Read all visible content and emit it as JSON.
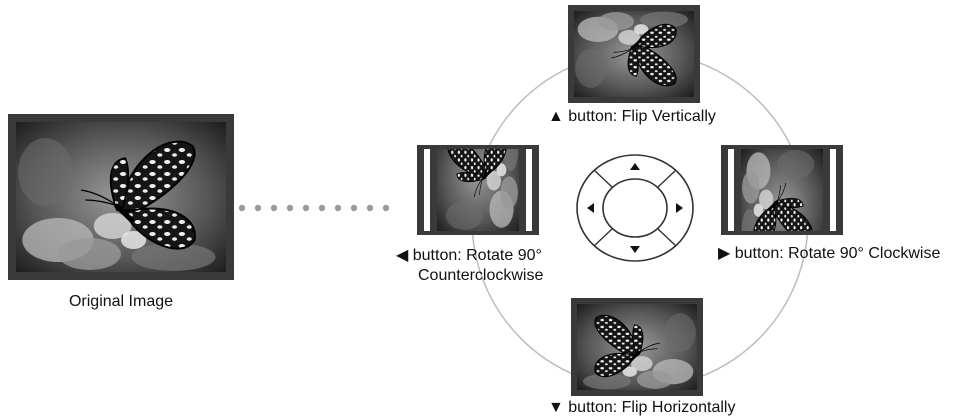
{
  "original": {
    "caption": "Original Image"
  },
  "ops": {
    "up": {
      "label": "▲ button: Flip Vertically"
    },
    "down": {
      "label": "▼ button: Flip Horizontally"
    },
    "left": {
      "line1": "◀ button: Rotate 90°",
      "line2": "Counterclockwise"
    },
    "right": {
      "label": "▶ button: Rotate 90° Clockwise"
    }
  },
  "icons": {
    "thumbnail": "butterfly-photo-icon",
    "dpad": "directional-pad-icon"
  },
  "colors": {
    "frame": "#3a3a3a",
    "circle": "#bdbdbd",
    "dots": "#9a9a9a"
  }
}
